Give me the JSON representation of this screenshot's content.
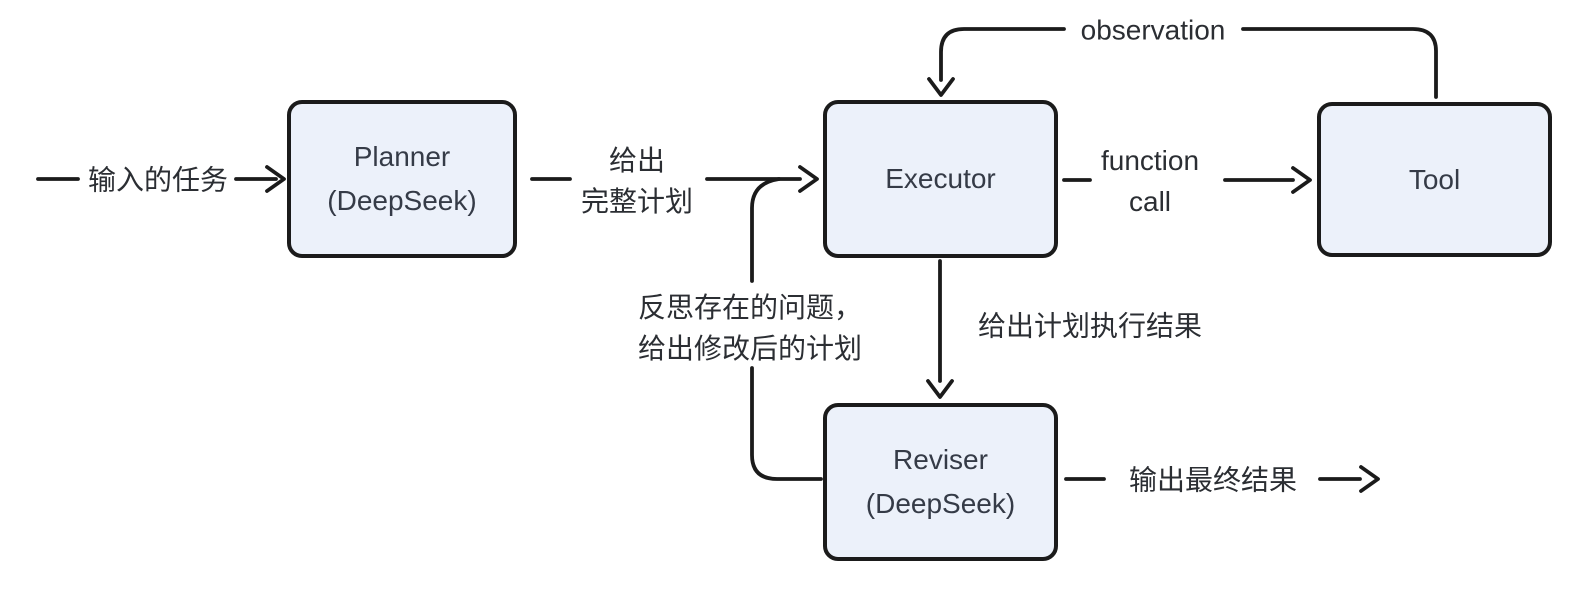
{
  "diagram": {
    "title": "Planner-Executor-Reviser agent loop diagram",
    "colors": {
      "background": "#ffffff",
      "node_fill": "#ecf1fa",
      "node_border": "#1b1b1b",
      "node_text": "#353b47",
      "edge_stroke": "#1b1b1b",
      "label_text": "#2b2e33"
    },
    "nodes": {
      "planner": {
        "line1": "Planner",
        "line2": "(DeepSeek)"
      },
      "executor": {
        "line1": "Executor"
      },
      "tool": {
        "line1": "Tool"
      },
      "reviser": {
        "line1": "Reviser",
        "line2": "(DeepSeek)"
      }
    },
    "labels": {
      "input_task": "输入的任务",
      "give_plan_line1": "给出",
      "give_plan_line2": "完整计划",
      "observation": "observation",
      "function_call_line1": "function",
      "function_call_line2": "call",
      "execution_result": "给出计划执行结果",
      "reflect_line1": "反思存在的问题，",
      "reflect_line2": "给出修改后的计划",
      "final_output": "输出最终结果"
    }
  }
}
